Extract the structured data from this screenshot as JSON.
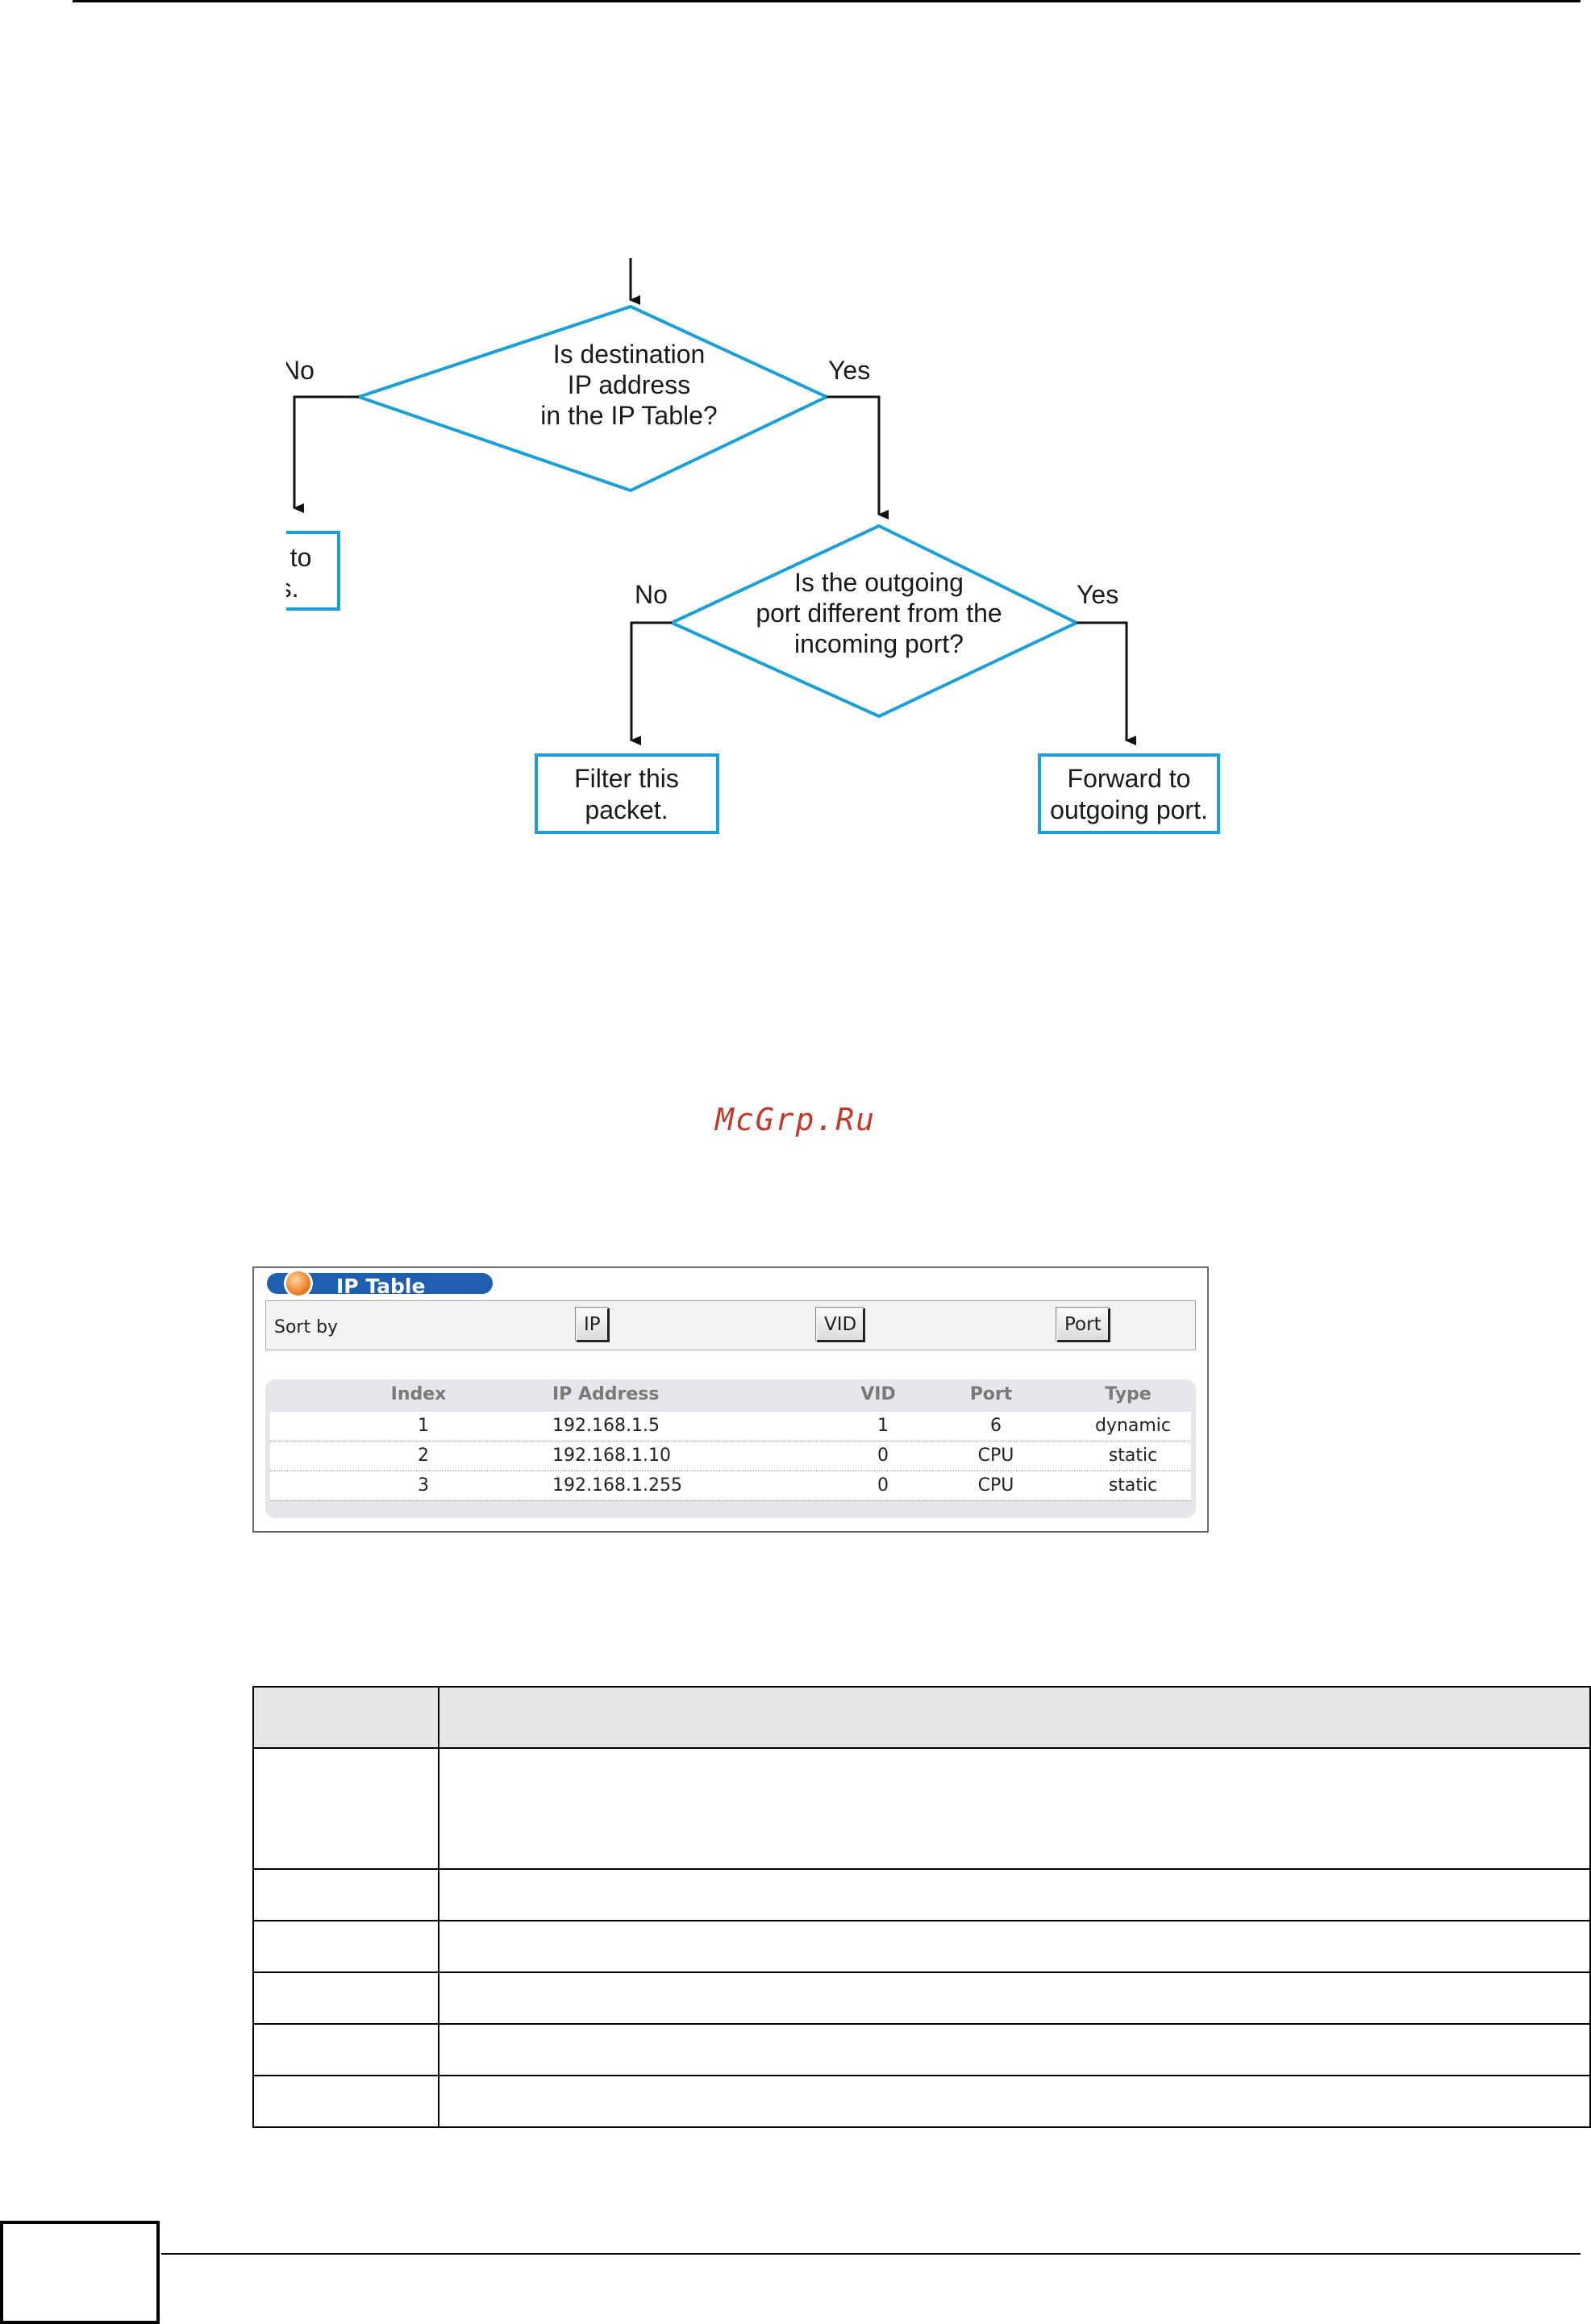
{
  "flowchart": {
    "decision1": [
      "Is destination",
      "IP address",
      "in the IP Table?"
    ],
    "decision2": [
      "Is the outgoing",
      "port different from the",
      "incoming port?"
    ],
    "box_forward_all": [
      "Forward to",
      "all ports."
    ],
    "box_filter": [
      "Filter this",
      "packet."
    ],
    "box_forward_out": [
      "Forward to",
      "outgoing port."
    ],
    "label_no": "No",
    "label_yes": "Yes"
  },
  "watermark": "McGrp.Ru",
  "ip_table": {
    "title": "IP Table",
    "sort_label": "Sort by",
    "sort_buttons": [
      "IP",
      "VID",
      "Port"
    ],
    "columns": [
      "Index",
      "IP Address",
      "VID",
      "Port",
      "Type"
    ],
    "rows": [
      [
        "1",
        "192.168.1.5",
        "1",
        "6",
        "dynamic"
      ],
      [
        "2",
        "192.168.1.10",
        "0",
        "CPU",
        "static"
      ],
      [
        "3",
        "192.168.1.255",
        "0",
        "CPU",
        "static"
      ]
    ]
  },
  "colors": {
    "flow_stroke": "#1aa0d6",
    "tab_blue": "#1e5fb0",
    "watermark": "#c0392b"
  }
}
